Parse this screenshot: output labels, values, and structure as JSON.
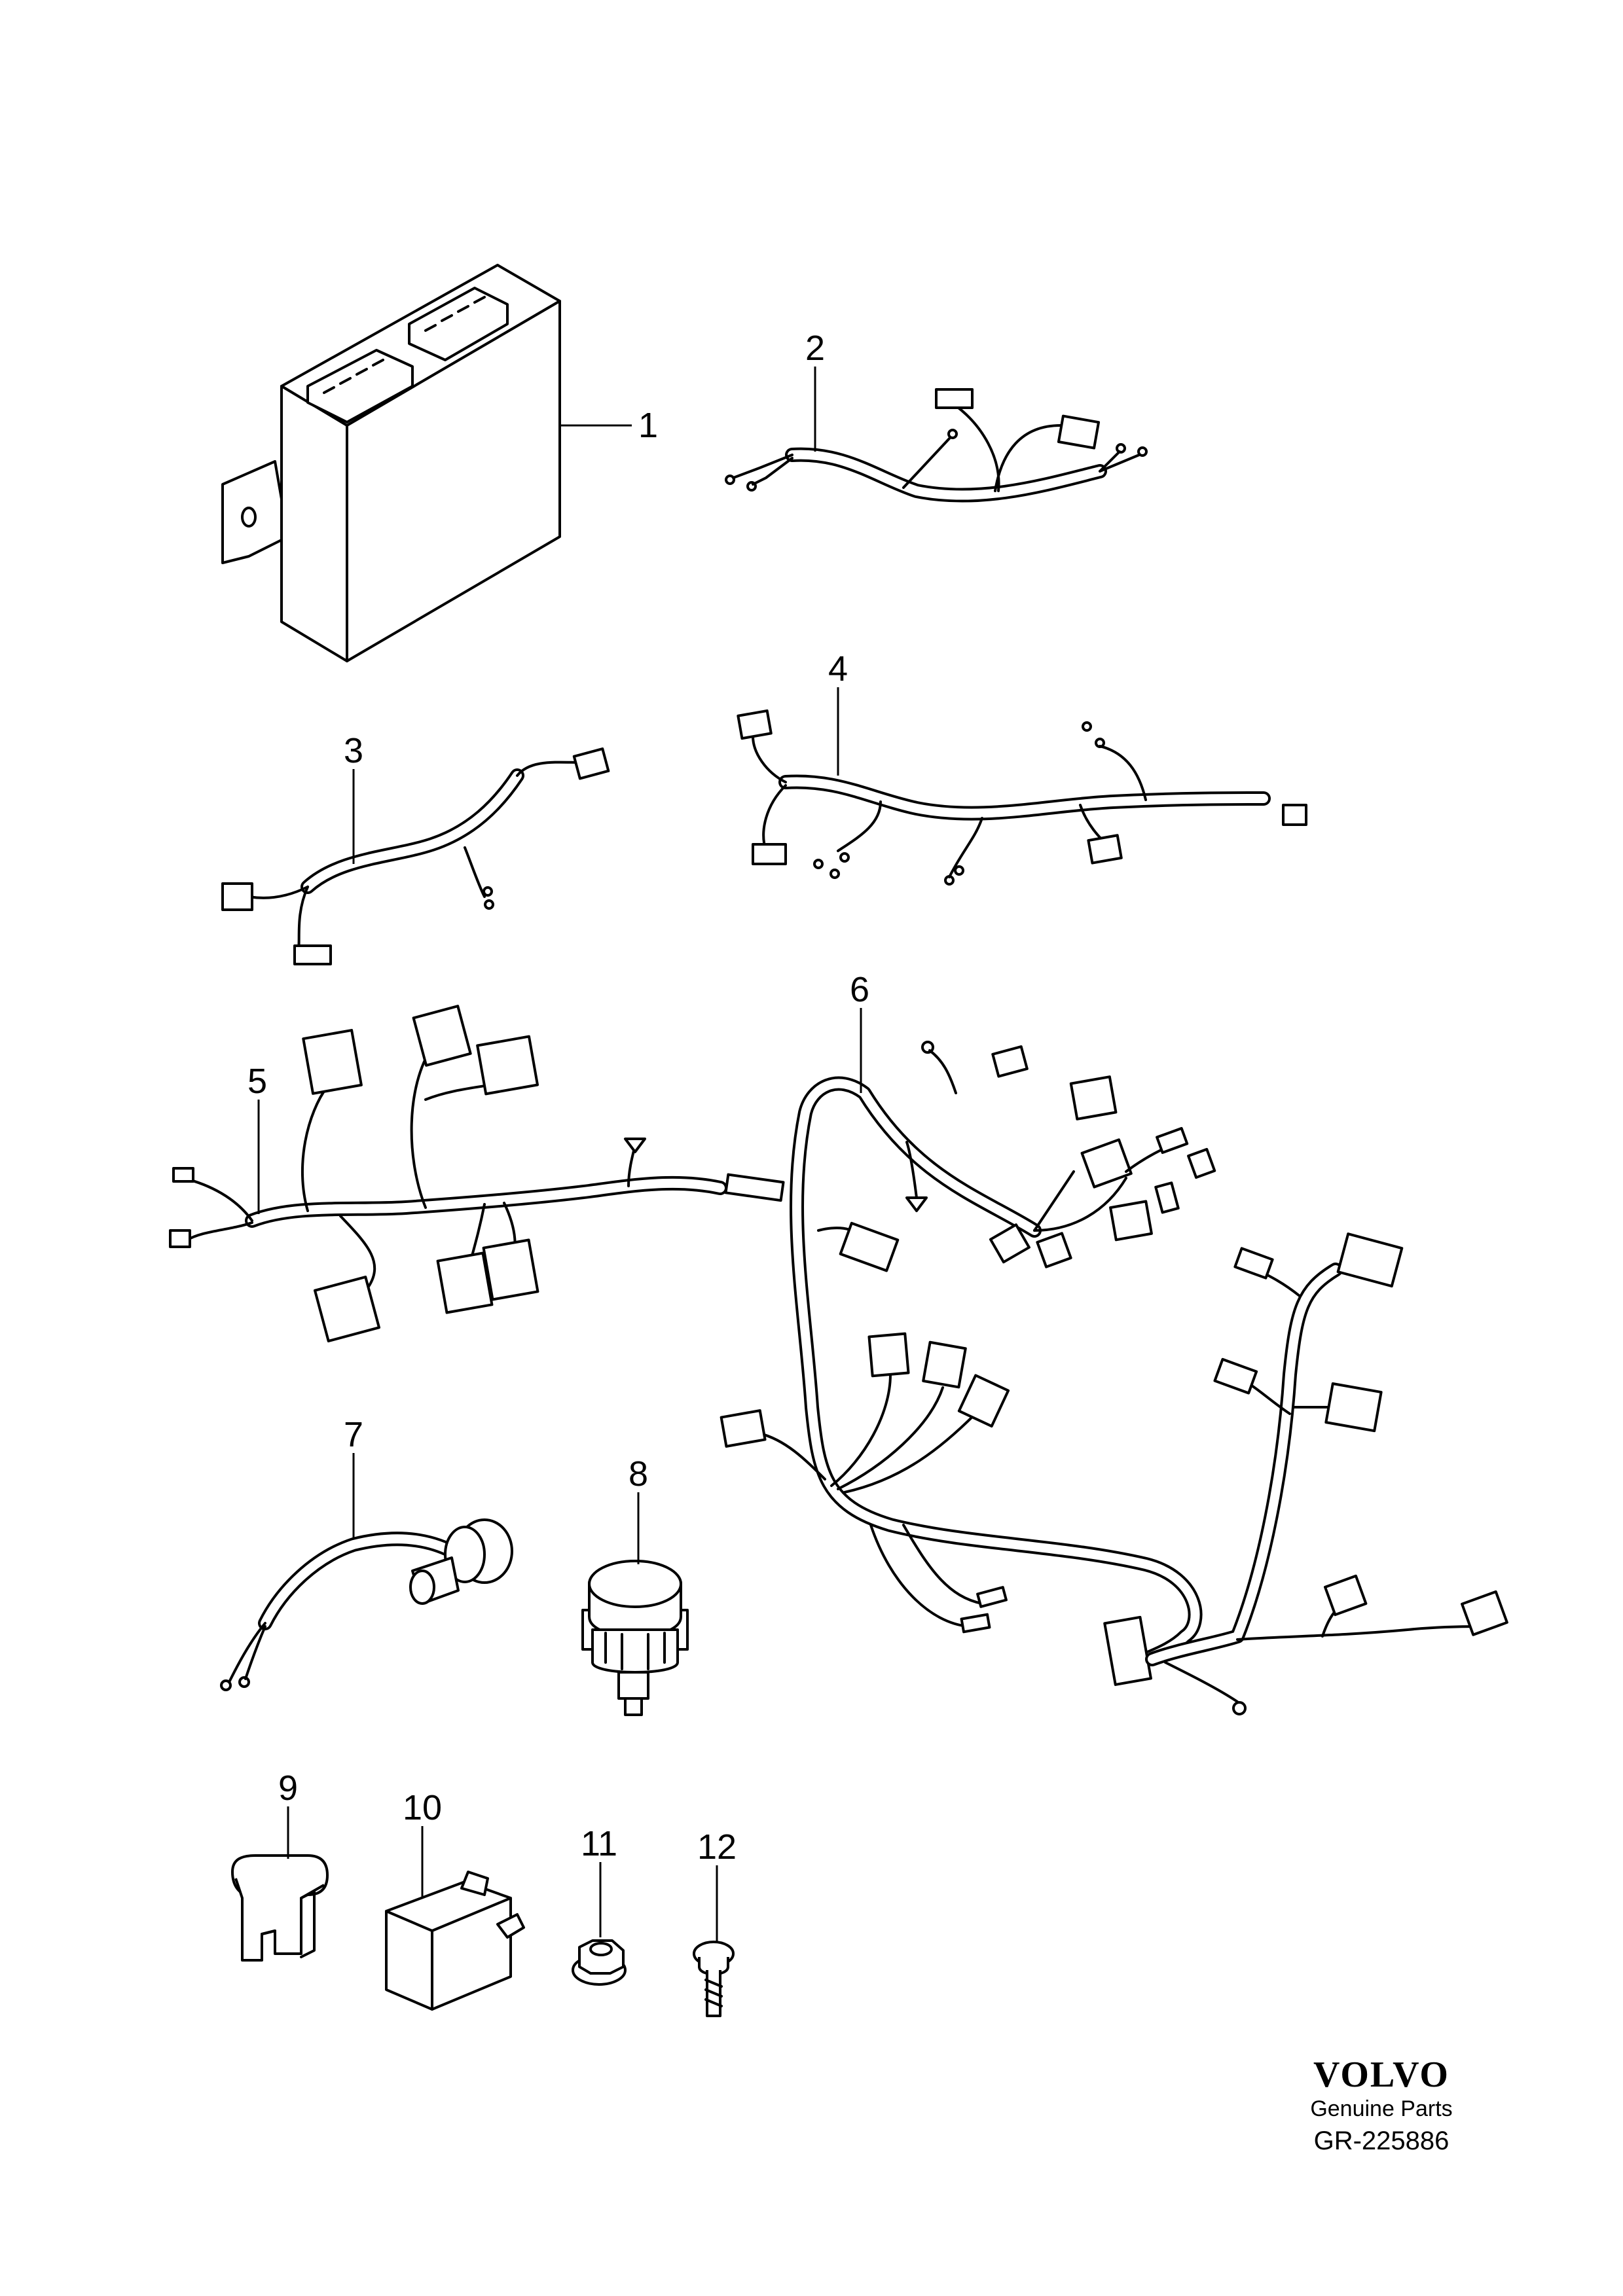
{
  "callouts": [
    "1",
    "2",
    "3",
    "4",
    "5",
    "6",
    "7",
    "8",
    "9",
    "10",
    "11",
    "12"
  ],
  "footer": {
    "brand": "VOLVO",
    "tagline": "Genuine Parts",
    "reference": "GR-225886"
  },
  "colors": {
    "line": "#000000",
    "background": "#ffffff"
  }
}
